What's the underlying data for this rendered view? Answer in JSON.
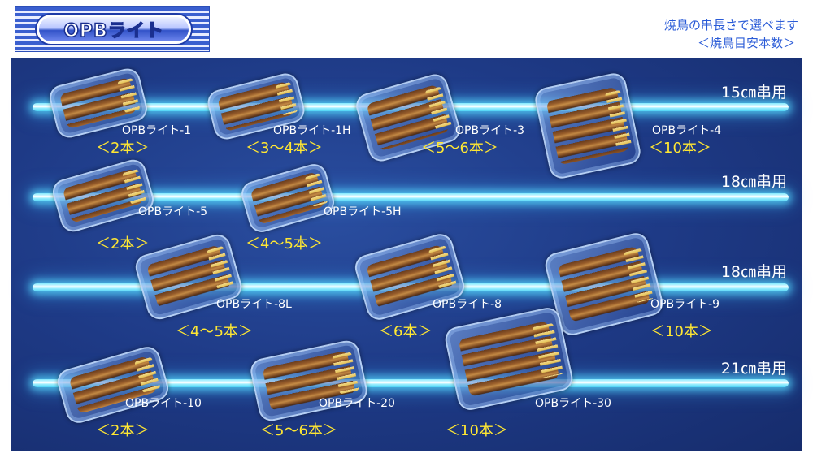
{
  "header": {
    "logo_text": "OPBライト",
    "line1": "焼鳥の串長さで選べます",
    "line2": "＜焼鳥目安本数＞"
  },
  "rows": [
    {
      "label": "15㎝串用"
    },
    {
      "label": "18㎝串用"
    },
    {
      "label": "18㎝串用"
    },
    {
      "label": "21㎝串用"
    }
  ],
  "products": [
    {
      "name": "OPBライト-1",
      "count": "＜2本＞"
    },
    {
      "name": "OPBライト-1H",
      "count": "＜3～4本＞"
    },
    {
      "name": "OPBライト-3",
      "count": "＜5～6本＞"
    },
    {
      "name": "OPBライト-4",
      "count": "＜10本＞"
    },
    {
      "name": "OPBライト-5",
      "count": "＜2本＞"
    },
    {
      "name": "OPBライト-5H",
      "count": "＜4～5本＞"
    },
    {
      "name": "OPBライト-8L",
      "count": "＜4～5本＞"
    },
    {
      "name": "OPBライト-8",
      "count": "＜6本＞"
    },
    {
      "name": "OPBライト-9",
      "count": "＜10本＞"
    },
    {
      "name": "OPBライト-10",
      "count": "＜2本＞"
    },
    {
      "name": "OPBライト-20",
      "count": "＜5～6本＞"
    },
    {
      "name": "OPBライト-30",
      "count": "＜10本＞"
    }
  ],
  "colors": {
    "panel": "#1e3a86",
    "glow": "#7fe9ff",
    "count_text": "#ffe733",
    "header_text": "#2a5bd7"
  },
  "icons": {
    "tray_image": "yakitori-tray-image"
  }
}
